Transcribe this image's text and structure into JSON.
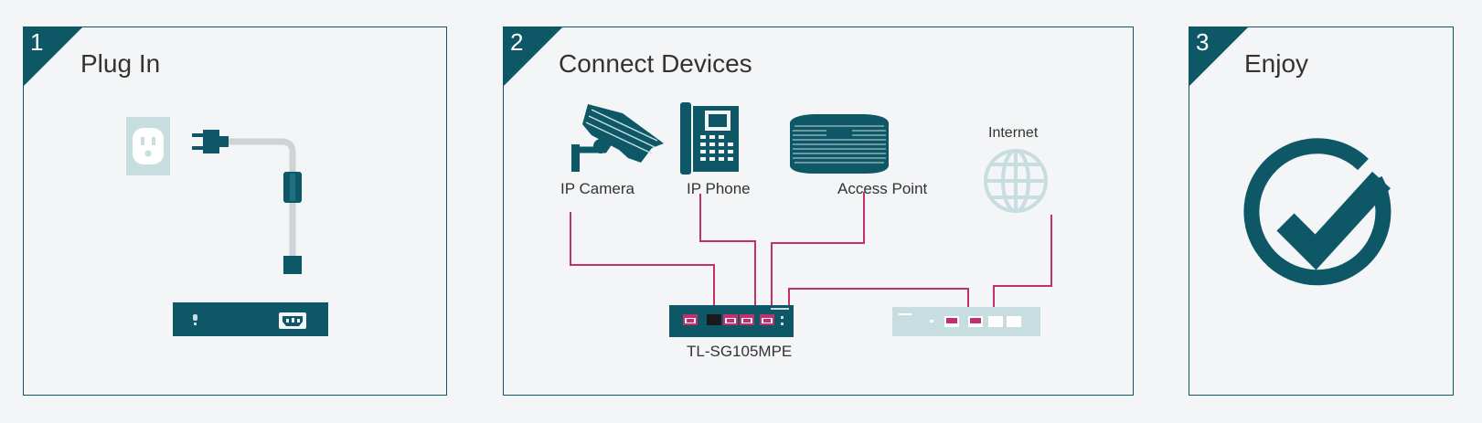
{
  "colors": {
    "primary": "#0e5767",
    "accent_cable": "#c0306f",
    "light_device": "#c8dde0",
    "power_cord": "#cdd3d6"
  },
  "steps": [
    {
      "number": "1",
      "title": "Plug In"
    },
    {
      "number": "2",
      "title": "Connect Devices"
    },
    {
      "number": "3",
      "title": "Enjoy"
    }
  ],
  "connect": {
    "ip_camera_label": "IP Camera",
    "ip_phone_label": "IP Phone",
    "access_point_label": "Access Point",
    "internet_label": "Internet",
    "switch_label": "TL-SG105MPE"
  },
  "icons": {
    "outlet": "power-outlet-icon",
    "plug": "power-plug-icon",
    "camera": "ip-camera-icon",
    "phone": "ip-phone-icon",
    "access_point": "access-point-icon",
    "internet": "globe-icon",
    "enjoy": "checkmark-circle-icon"
  }
}
